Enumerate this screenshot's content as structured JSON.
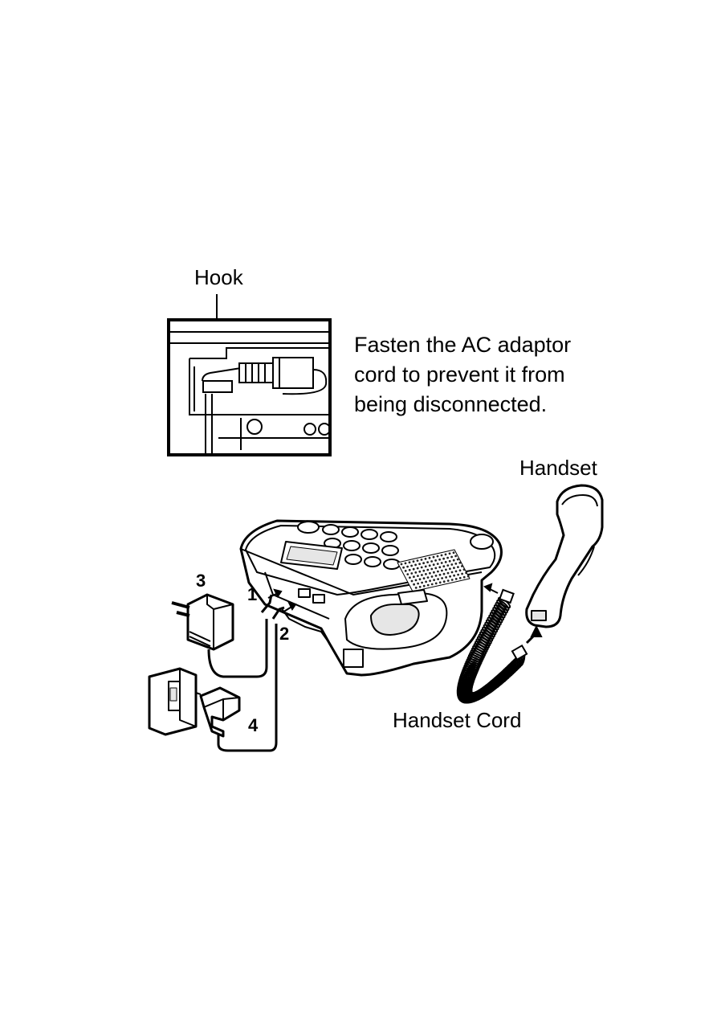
{
  "labels": {
    "hook": "Hook",
    "instruction_line1": "Fasten the AC adaptor",
    "instruction_line2": "cord to prevent it from",
    "instruction_line3": "being disconnected.",
    "handset": "Handset",
    "handset_cord": "Handset Cord"
  },
  "step_numbers": {
    "step1": "1",
    "step2": "2",
    "step3": "3",
    "step4": "4"
  },
  "colors": {
    "ink": "#000000",
    "phone_fill": "#ffffff",
    "shade": "#e6e6e6",
    "speaker_dots": "#222222"
  }
}
